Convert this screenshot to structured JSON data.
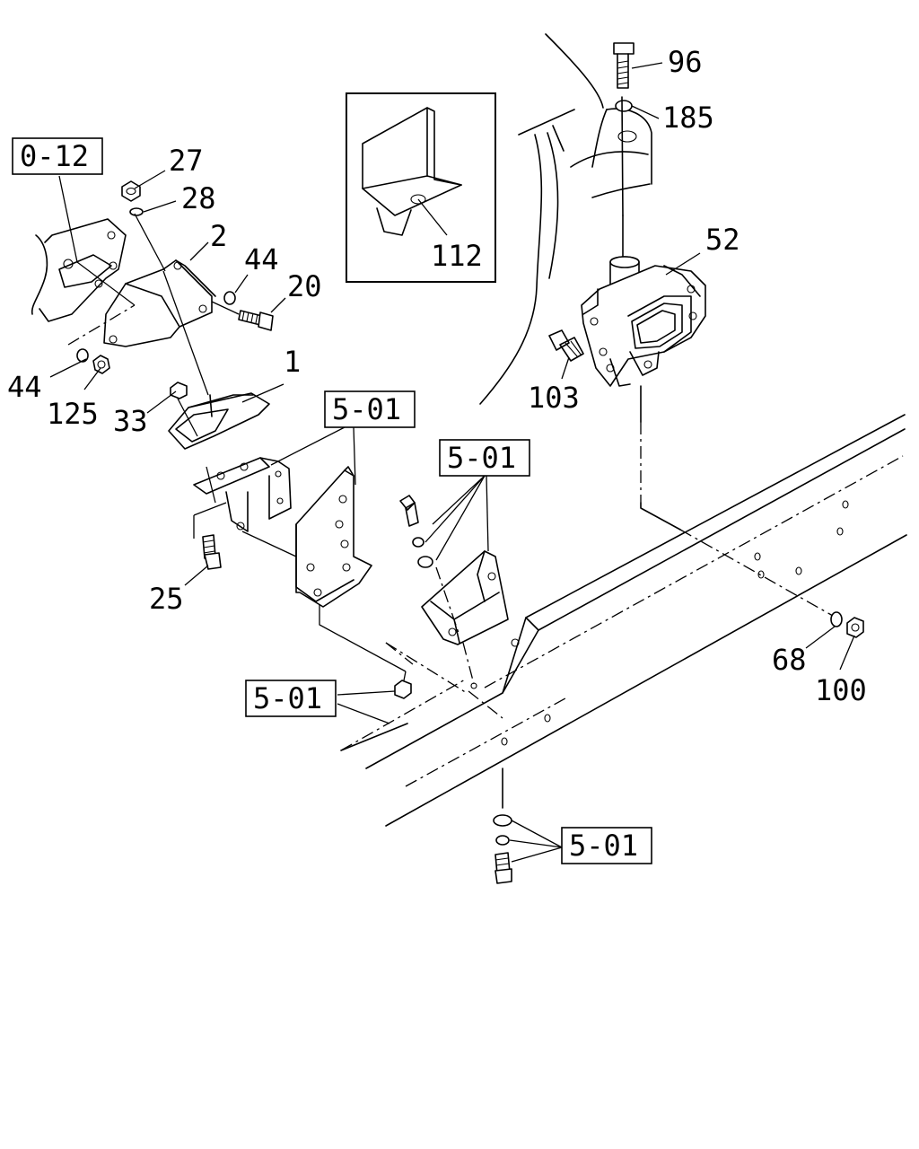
{
  "diagram": {
    "part_numbers": {
      "p96": "96",
      "p185": "185",
      "p27": "27",
      "p28": "28",
      "p2": "2",
      "p44a": "44",
      "p20": "20",
      "p52": "52",
      "p112": "112",
      "p1": "1",
      "p44b": "44",
      "p125": "125",
      "p33": "33",
      "p103": "103",
      "p25": "25",
      "p68": "68",
      "p100": "100"
    },
    "references": {
      "ref_0_12": "0-12",
      "ref_5_01_a": "5-01",
      "ref_5_01_b": "5-01",
      "ref_5_01_c": "5-01",
      "ref_5_01_d": "5-01"
    }
  }
}
